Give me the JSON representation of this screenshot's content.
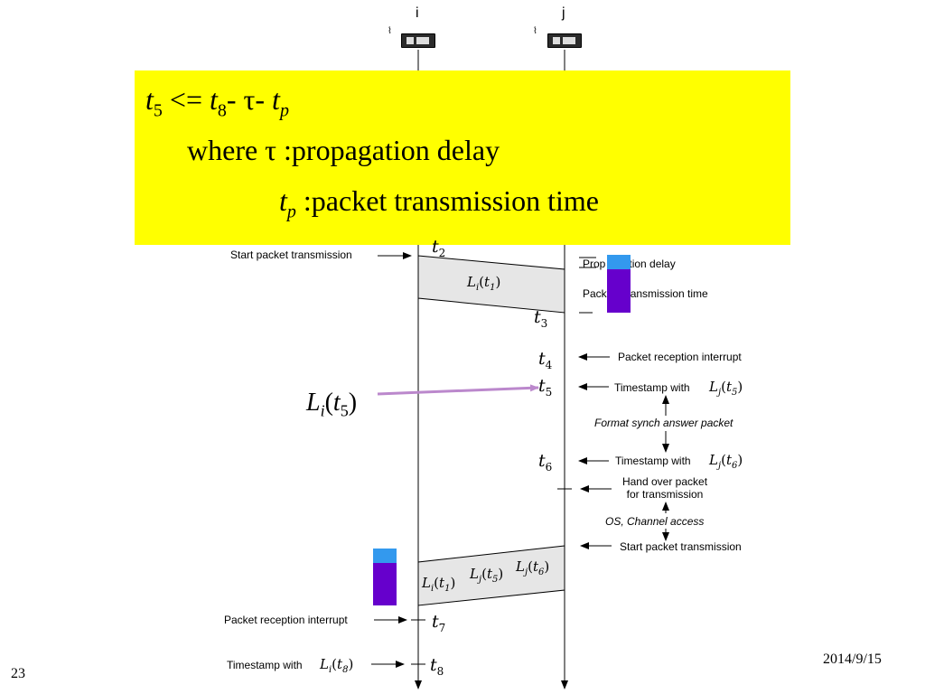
{
  "nodes": {
    "i": "i",
    "j": "j"
  },
  "callout": {
    "line1": {
      "t": "t",
      "s5": "5",
      "op": " <= ",
      "s8": "8",
      "minus1": "- ",
      "tau": "τ",
      "minus2": "- ",
      "sp": "p"
    },
    "line2": "where τ :propagation delay",
    "line3": {
      "t": "t",
      "sp": "p",
      "text": " :packet transmission time"
    }
  },
  "times": {
    "t2": "2",
    "t3": "3",
    "t4": "4",
    "t5": "5",
    "t6": "6",
    "t7": "7",
    "t8": "8"
  },
  "labels": {
    "start_tx_i": "Start packet transmission",
    "prop_delay_before": "Prop",
    "prop_delay_after": "tion delay",
    "tx_time_before": "Pack",
    "tx_time_after": "ansmission time",
    "rx_interrupt_j": "Packet reception interrupt",
    "timestamp_with": "Timestamp with",
    "format_synch": "Format synch answer packet",
    "hand_over_1": "Hand over packet",
    "hand_over_2": "for transmission",
    "os_channel": "OS, Channel access",
    "start_tx_j": "Start packet transmission",
    "rx_interrupt_i": "Packet reception interrupt",
    "timestamp_with_i": "Timestamp with"
  },
  "packet_labels": {
    "first": {
      "L": "L",
      "sub": "i",
      "arg": "t",
      "argsub": "1"
    },
    "second_a": {
      "L": "L",
      "sub": "i",
      "arg": "t",
      "argsub": "1"
    },
    "second_b": {
      "L": "L",
      "sub": "j",
      "arg": "t",
      "argsub": "5"
    },
    "second_c": {
      "L": "L",
      "sub": "j",
      "arg": "t",
      "argsub": "6"
    }
  },
  "timestamp_values": {
    "t5": {
      "L": "L",
      "sub": "j",
      "arg": "t",
      "argsub": "5"
    },
    "t6": {
      "L": "L",
      "sub": "j",
      "arg": "t",
      "argsub": "6"
    },
    "t8": {
      "L": "L",
      "sub": "i",
      "arg": "t",
      "argsub": "8"
    }
  },
  "side_label": {
    "L": "L",
    "sub": "i",
    "arg": "t",
    "argsub": "5"
  },
  "footer": {
    "page": "23",
    "date": "2014/9/15"
  },
  "colors": {
    "callout_bg": "#ffff00",
    "packet_top": "#3399ee",
    "packet_bottom": "#6600cc",
    "packet_band": "#e6e6e6",
    "pointer_arrow": "#bb88cc"
  }
}
